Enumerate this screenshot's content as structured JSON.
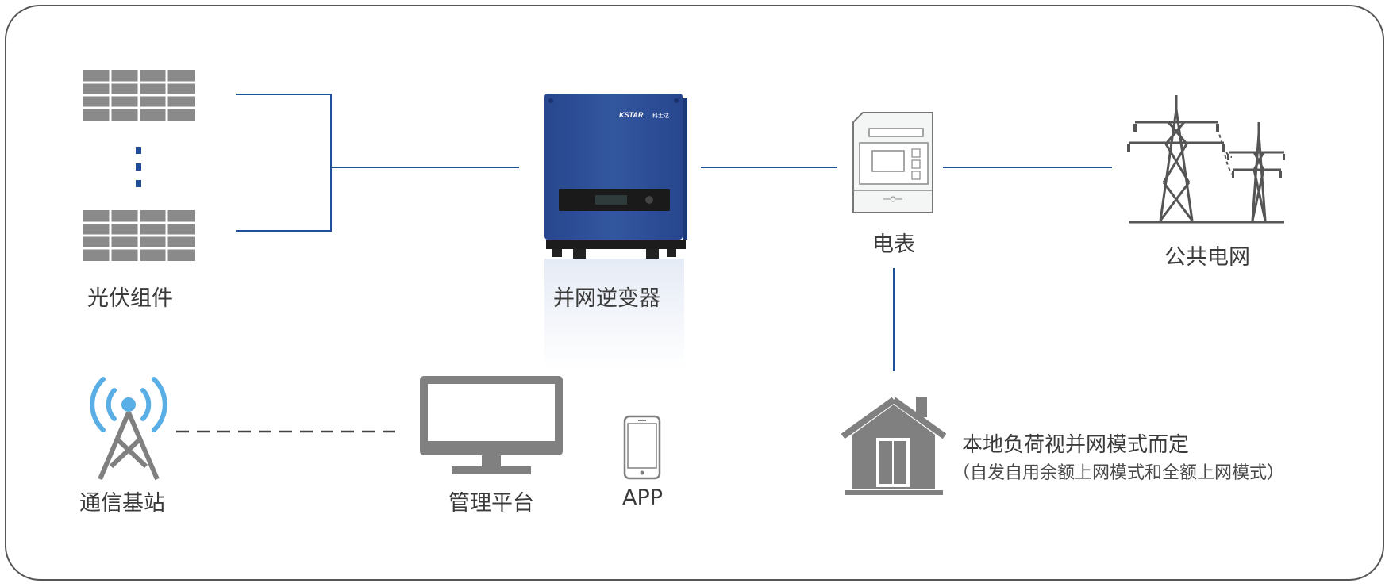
{
  "labels": {
    "pv_modules": "光伏组件",
    "inverter": "并网逆变器",
    "meter": "电表",
    "grid": "公共电网",
    "base_station": "通信基站",
    "platform": "管理平台",
    "app": "APP",
    "load_title": "本地负荷视并网模式而定",
    "load_note": "（自发自用余额上网模式和全额上网模式）"
  },
  "inverter_brand": "KSTAR",
  "inverter_brand_cn": "科士达",
  "colors": {
    "line": "#1f4f9a",
    "inverter_body": "#2c4f9c",
    "icon_gray": "#808080",
    "signal_blue": "#5aaee6"
  }
}
